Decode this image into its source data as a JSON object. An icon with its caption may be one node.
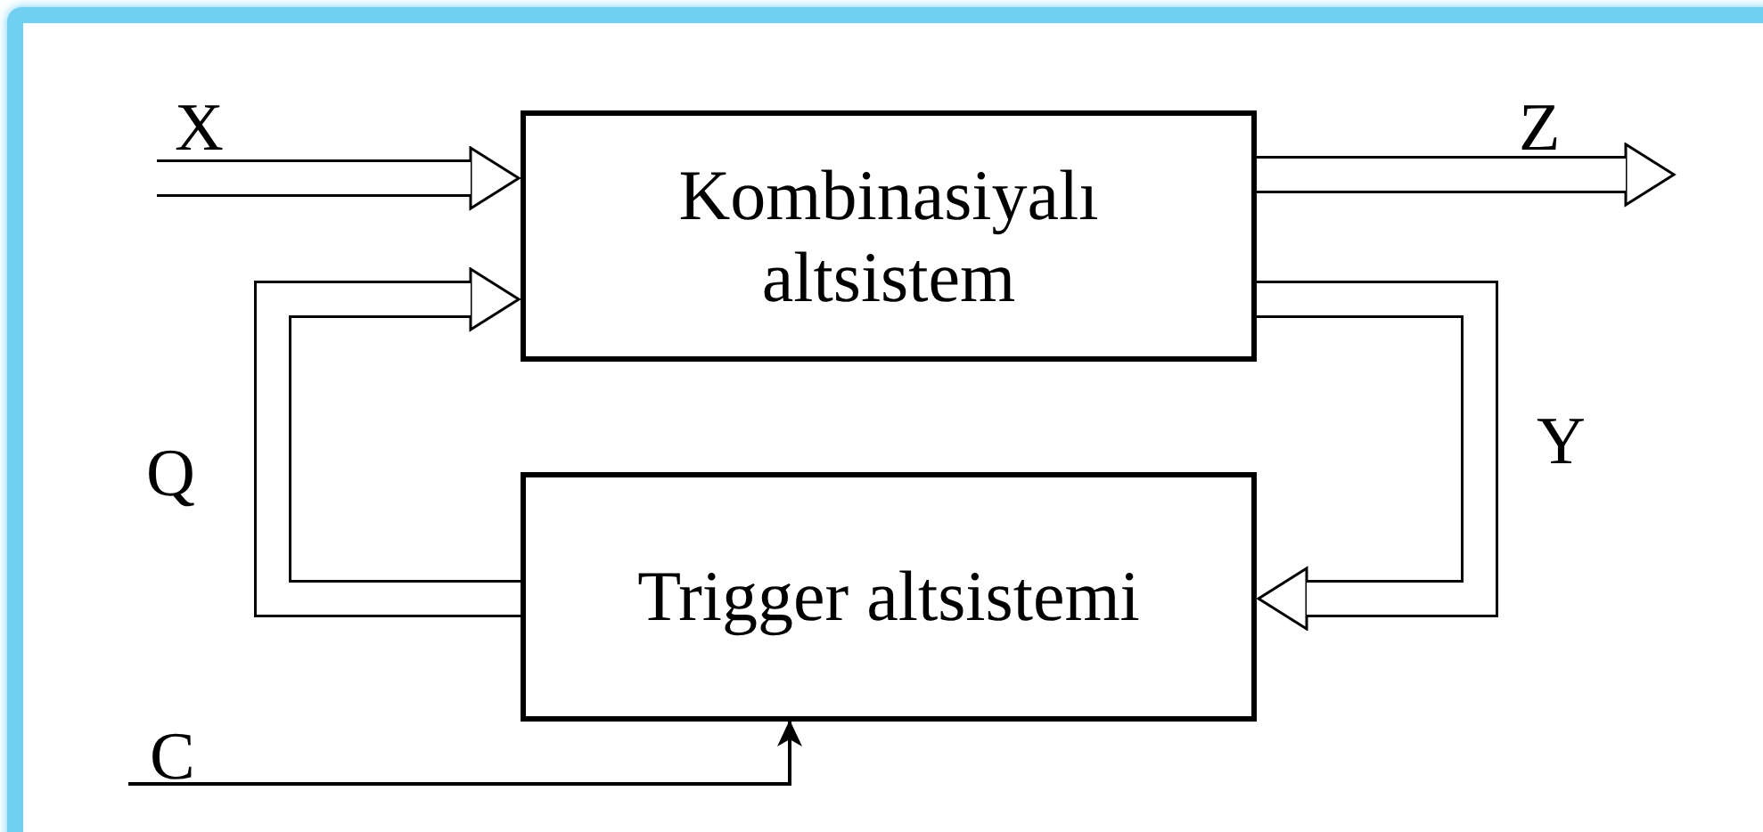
{
  "diagram": {
    "nodes": [
      {
        "text": [
          "Kombinasiyalı altsistem"
        ]
      },
      {
        "text": [
          "Trigger altsistemi"
        ]
      }
    ],
    "edges": [
      {
        "from": null,
        "to": 0,
        "arrow": "to",
        "label": "X"
      },
      {
        "from": 0,
        "to": null,
        "arrow": "to",
        "label": "Z"
      },
      {
        "from": 0,
        "to": 1,
        "arrow": "to",
        "label": "Y"
      },
      {
        "from": 1,
        "to": 0,
        "arrow": "to",
        "label": "Q"
      },
      {
        "from": null,
        "to": 1,
        "arrow": "to",
        "label": "C"
      }
    ]
  }
}
